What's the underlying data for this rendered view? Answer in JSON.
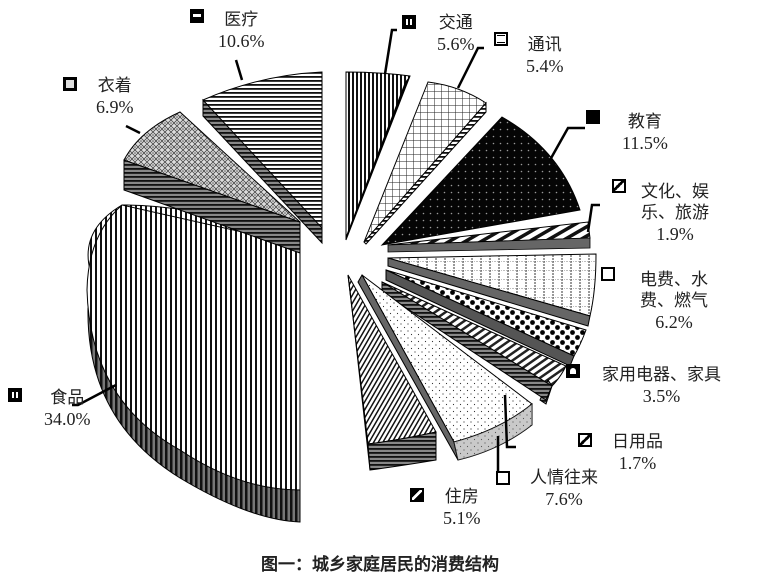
{
  "chart_data": {
    "type": "pie",
    "variant": "3d-exploded",
    "title": "图一：城乡家庭居民的消费结构",
    "unit": "%",
    "categories": [
      "交通",
      "通讯",
      "教育",
      "文化、娱乐、旅游",
      "电费、水费、燃气",
      "家用电器、家具",
      "日用品",
      "人情往来",
      "住房",
      "食品",
      "衣着",
      "医疗"
    ],
    "values": [
      5.6,
      5.4,
      11.5,
      1.9,
      6.2,
      3.5,
      1.7,
      7.6,
      5.1,
      34.0,
      6.9,
      10.6
    ],
    "labels": [
      "5.6%",
      "5.4%",
      "11.5%",
      "1.9%",
      "6.2%",
      "3.5%",
      "1.7%",
      "7.6%",
      "5.1%",
      "34.0%",
      "6.9%",
      "10.6%"
    ],
    "legend_position": "inline-callouts",
    "grid": false
  },
  "slices": [
    {
      "name": "交通",
      "pct": "5.6%",
      "pattern": "vlines-dense"
    },
    {
      "name": "通讯",
      "pct": "5.4%",
      "pattern": "grid"
    },
    {
      "name": "教育",
      "pct": "11.5%",
      "pattern": "black-dots"
    },
    {
      "name": "文化、娱乐、旅游",
      "line1": "文化、娱",
      "line2": "乐、旅游",
      "pct": "1.9%",
      "pattern": "diag-wide"
    },
    {
      "name": "电费、水费、燃气",
      "line1": "电费、水",
      "line2": "费、燃气",
      "pct": "6.2%",
      "pattern": "dashed-grid"
    },
    {
      "name": "家用电器、家具",
      "pct": "3.5%",
      "pattern": "checker-diamond"
    },
    {
      "name": "日用品",
      "pct": "1.7%",
      "pattern": "diag-thick"
    },
    {
      "name": "人情往来",
      "pct": "7.6%",
      "pattern": "sparse-dots"
    },
    {
      "name": "住房",
      "pct": "5.1%",
      "pattern": "diag-fine"
    },
    {
      "name": "食品",
      "pct": "34.0%",
      "pattern": "vlines"
    },
    {
      "name": "衣着",
      "pct": "6.9%",
      "pattern": "weave"
    },
    {
      "name": "医疗",
      "pct": "10.6%",
      "pattern": "hlines"
    }
  ],
  "caption": "图一：城乡家庭居民的消费结构"
}
